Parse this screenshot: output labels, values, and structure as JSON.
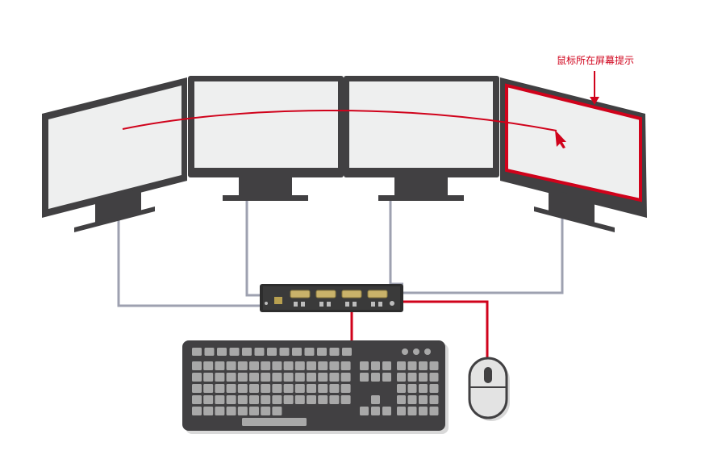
{
  "annotation": {
    "text": "鼠标所在屏幕提示",
    "color": "#d0021b"
  },
  "colors": {
    "monitor_frame": "#414042",
    "screen_fill": "#eeefef",
    "cable_video": "#9ea1b0",
    "cable_usb": "#d0021b",
    "highlight": "#d0021b",
    "keyboard_body": "#414042",
    "key": "#a8a8a8",
    "mouse_body": "#e3e3e3",
    "mouse_outline": "#414042"
  },
  "monitors": [
    {
      "id": "monitor-1",
      "highlighted": false
    },
    {
      "id": "monitor-2",
      "highlighted": false
    },
    {
      "id": "monitor-3",
      "highlighted": false
    },
    {
      "id": "monitor-4",
      "highlighted": true
    }
  ],
  "icons": [
    "cursor-arrow-icon",
    "mouse-icon",
    "keyboard-icon",
    "kvm-switch-icon"
  ]
}
